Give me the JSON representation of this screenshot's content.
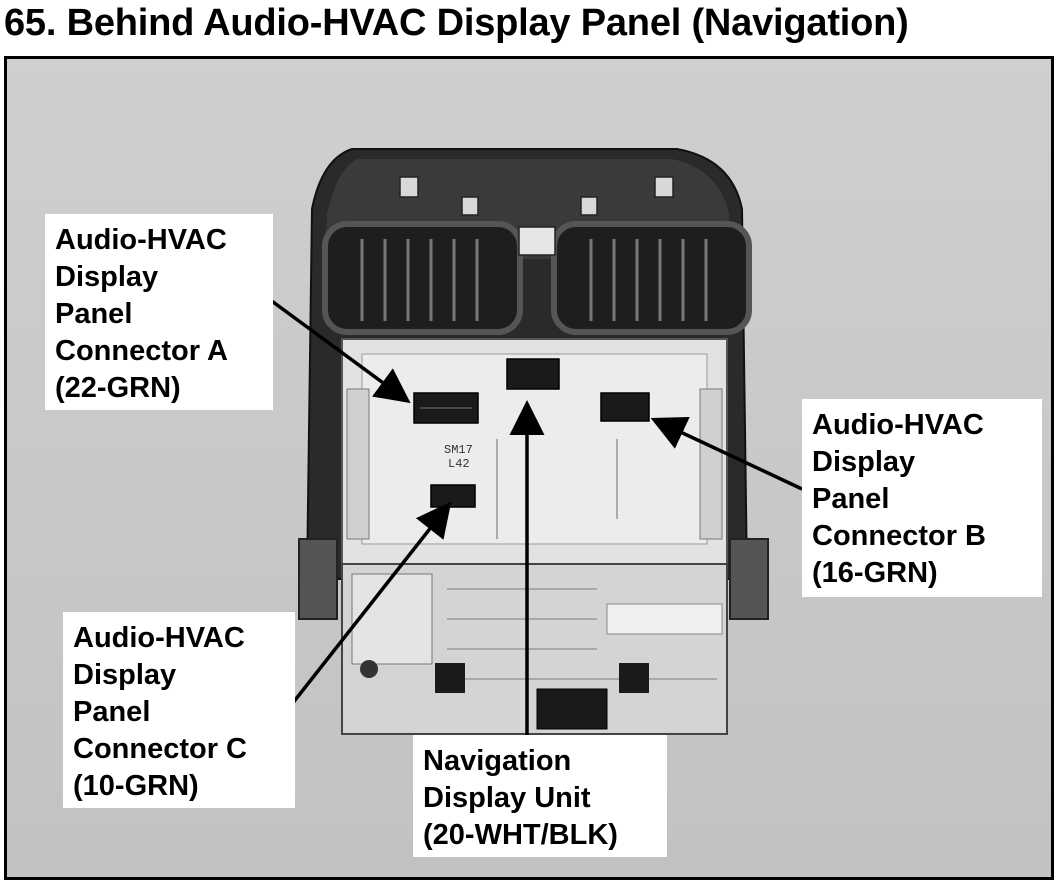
{
  "title": "65. Behind Audio-HVAC Display Panel (Navigation)",
  "colors": {
    "background": "#ffffff",
    "text": "#000000",
    "photo": "#c9c9c9"
  },
  "photo": {
    "panel_marking": [
      "SM17",
      "L42"
    ]
  },
  "callouts": {
    "connector_a": [
      "Audio-HVAC",
      "Display",
      "Panel",
      "Connector A",
      "(22-GRN)"
    ],
    "connector_b": [
      "Audio-HVAC",
      "Display",
      "Panel",
      "Connector B",
      "(16-GRN)"
    ],
    "connector_c": [
      "Audio-HVAC",
      "Display",
      "Panel",
      "Connector C",
      "(10-GRN)"
    ],
    "navigation_unit": [
      "Navigation",
      "Display Unit",
      "(20-WHT/BLK)"
    ]
  }
}
